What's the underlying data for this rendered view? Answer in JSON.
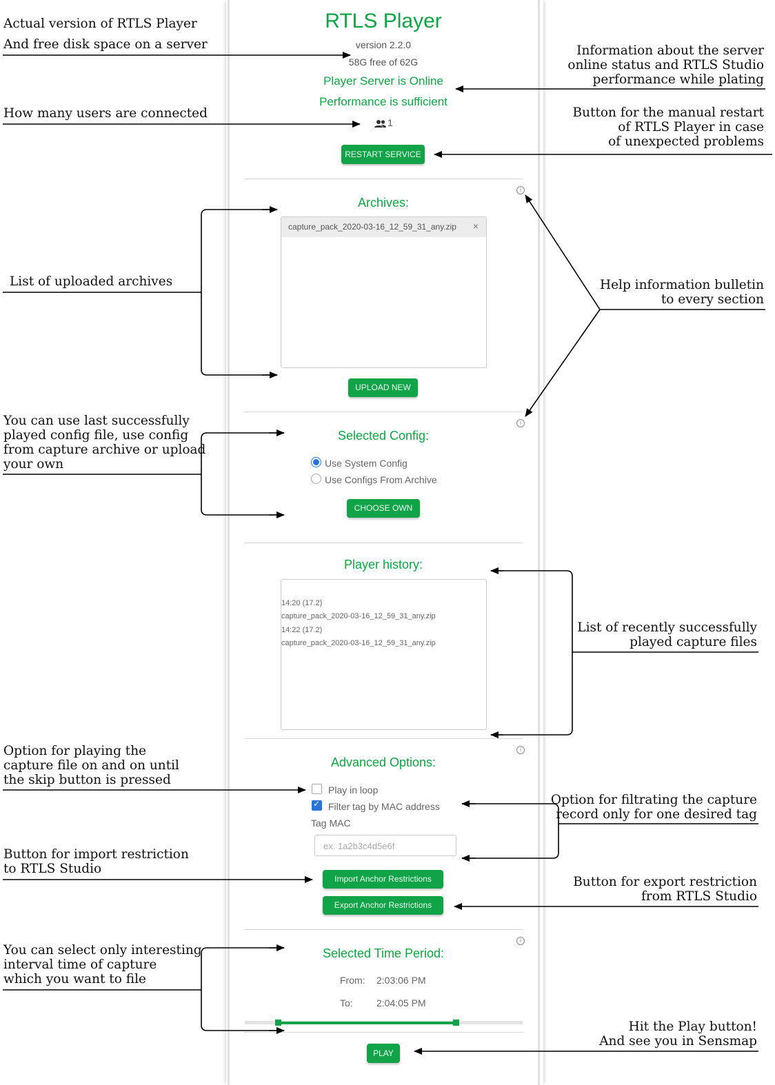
{
  "app": {
    "title": "RTLS Player",
    "version": "version 2.2.0",
    "disk": "58G free of 62G",
    "server_status": "Player Server is Online",
    "performance": "Performance is sufficient",
    "users_count": "1",
    "restart_label": "RESTART SERVICE"
  },
  "archives": {
    "title": "Archives:",
    "items": [
      "capture_pack_2020-03-16_12_59_31_any.zip"
    ],
    "remove_glyph": "×",
    "upload_label": "UPLOAD NEW"
  },
  "config": {
    "title": "Selected Config:",
    "options": [
      {
        "label": "Use System Config",
        "selected": true
      },
      {
        "label": "Use Configs From Archive",
        "selected": false
      }
    ],
    "choose_label": "CHOOSE OWN"
  },
  "history": {
    "title": "Player history:",
    "entries": [
      {
        "time": "14:20 (17.2)",
        "file": "capture_pack_2020-03-16_12_59_31_any.zip"
      },
      {
        "time": "14:22 (17.2)",
        "file": "capture_pack_2020-03-16_12_59_31_any.zip"
      }
    ]
  },
  "advanced": {
    "title": "Advanced Options:",
    "play_in_loop": {
      "label": "Play in loop",
      "checked": false
    },
    "filter_mac": {
      "label": "Filter tag by MAC address",
      "checked": true
    },
    "tag_mac_label": "Tag MAC",
    "tag_mac_placeholder": "ex. 1a2b3c4d5e6f",
    "import_label": "Import Anchor Restrictions",
    "export_label": "Export Anchor Restrictions"
  },
  "period": {
    "title": "Selected Time Period:",
    "from_label": "From:",
    "from_value": "2:03:06 PM",
    "to_label": "To:",
    "to_value": "2:04:05 PM",
    "slider_start": 0.12,
    "slider_end": 0.76
  },
  "play_label": "PLAY",
  "info_glyph": "i",
  "annotations": {
    "version": [
      "Actual version of RTLS Player",
      "And free disk space on a server"
    ],
    "server": [
      "Information about the server",
      "online status and RTLS Studio",
      "performance while plating"
    ],
    "users": [
      "How many users are connected"
    ],
    "restart": [
      "Button for the manual restart",
      "of RTLS Player in case",
      "of unexpected problems"
    ],
    "archives": [
      "List of uploaded archives"
    ],
    "help": [
      "Help information bulletin",
      "to every section"
    ],
    "config": [
      "You can use last successfully",
      "played config file, use config",
      "from capture archive or upload",
      "your own"
    ],
    "history": [
      "List of recently successfully",
      "played capture files"
    ],
    "loop": [
      "Option for playing the",
      "capture file on and on until",
      "the skip button is pressed"
    ],
    "filter": [
      "Option for filtrating the capture",
      "record only for one desired tag"
    ],
    "import": [
      "Button for import restriction",
      "to RTLS Studio"
    ],
    "export": [
      "Button for export restriction",
      "from RTLS Studio"
    ],
    "interval": [
      "You can select only interesting",
      "interval  time of capture",
      "which you want to file"
    ],
    "play": [
      "Hit the Play button!",
      "And see you in Sensmap"
    ]
  },
  "colors": {
    "accent": "#0ea544",
    "button": "#10a348",
    "checkbox": "#2b73d6"
  }
}
